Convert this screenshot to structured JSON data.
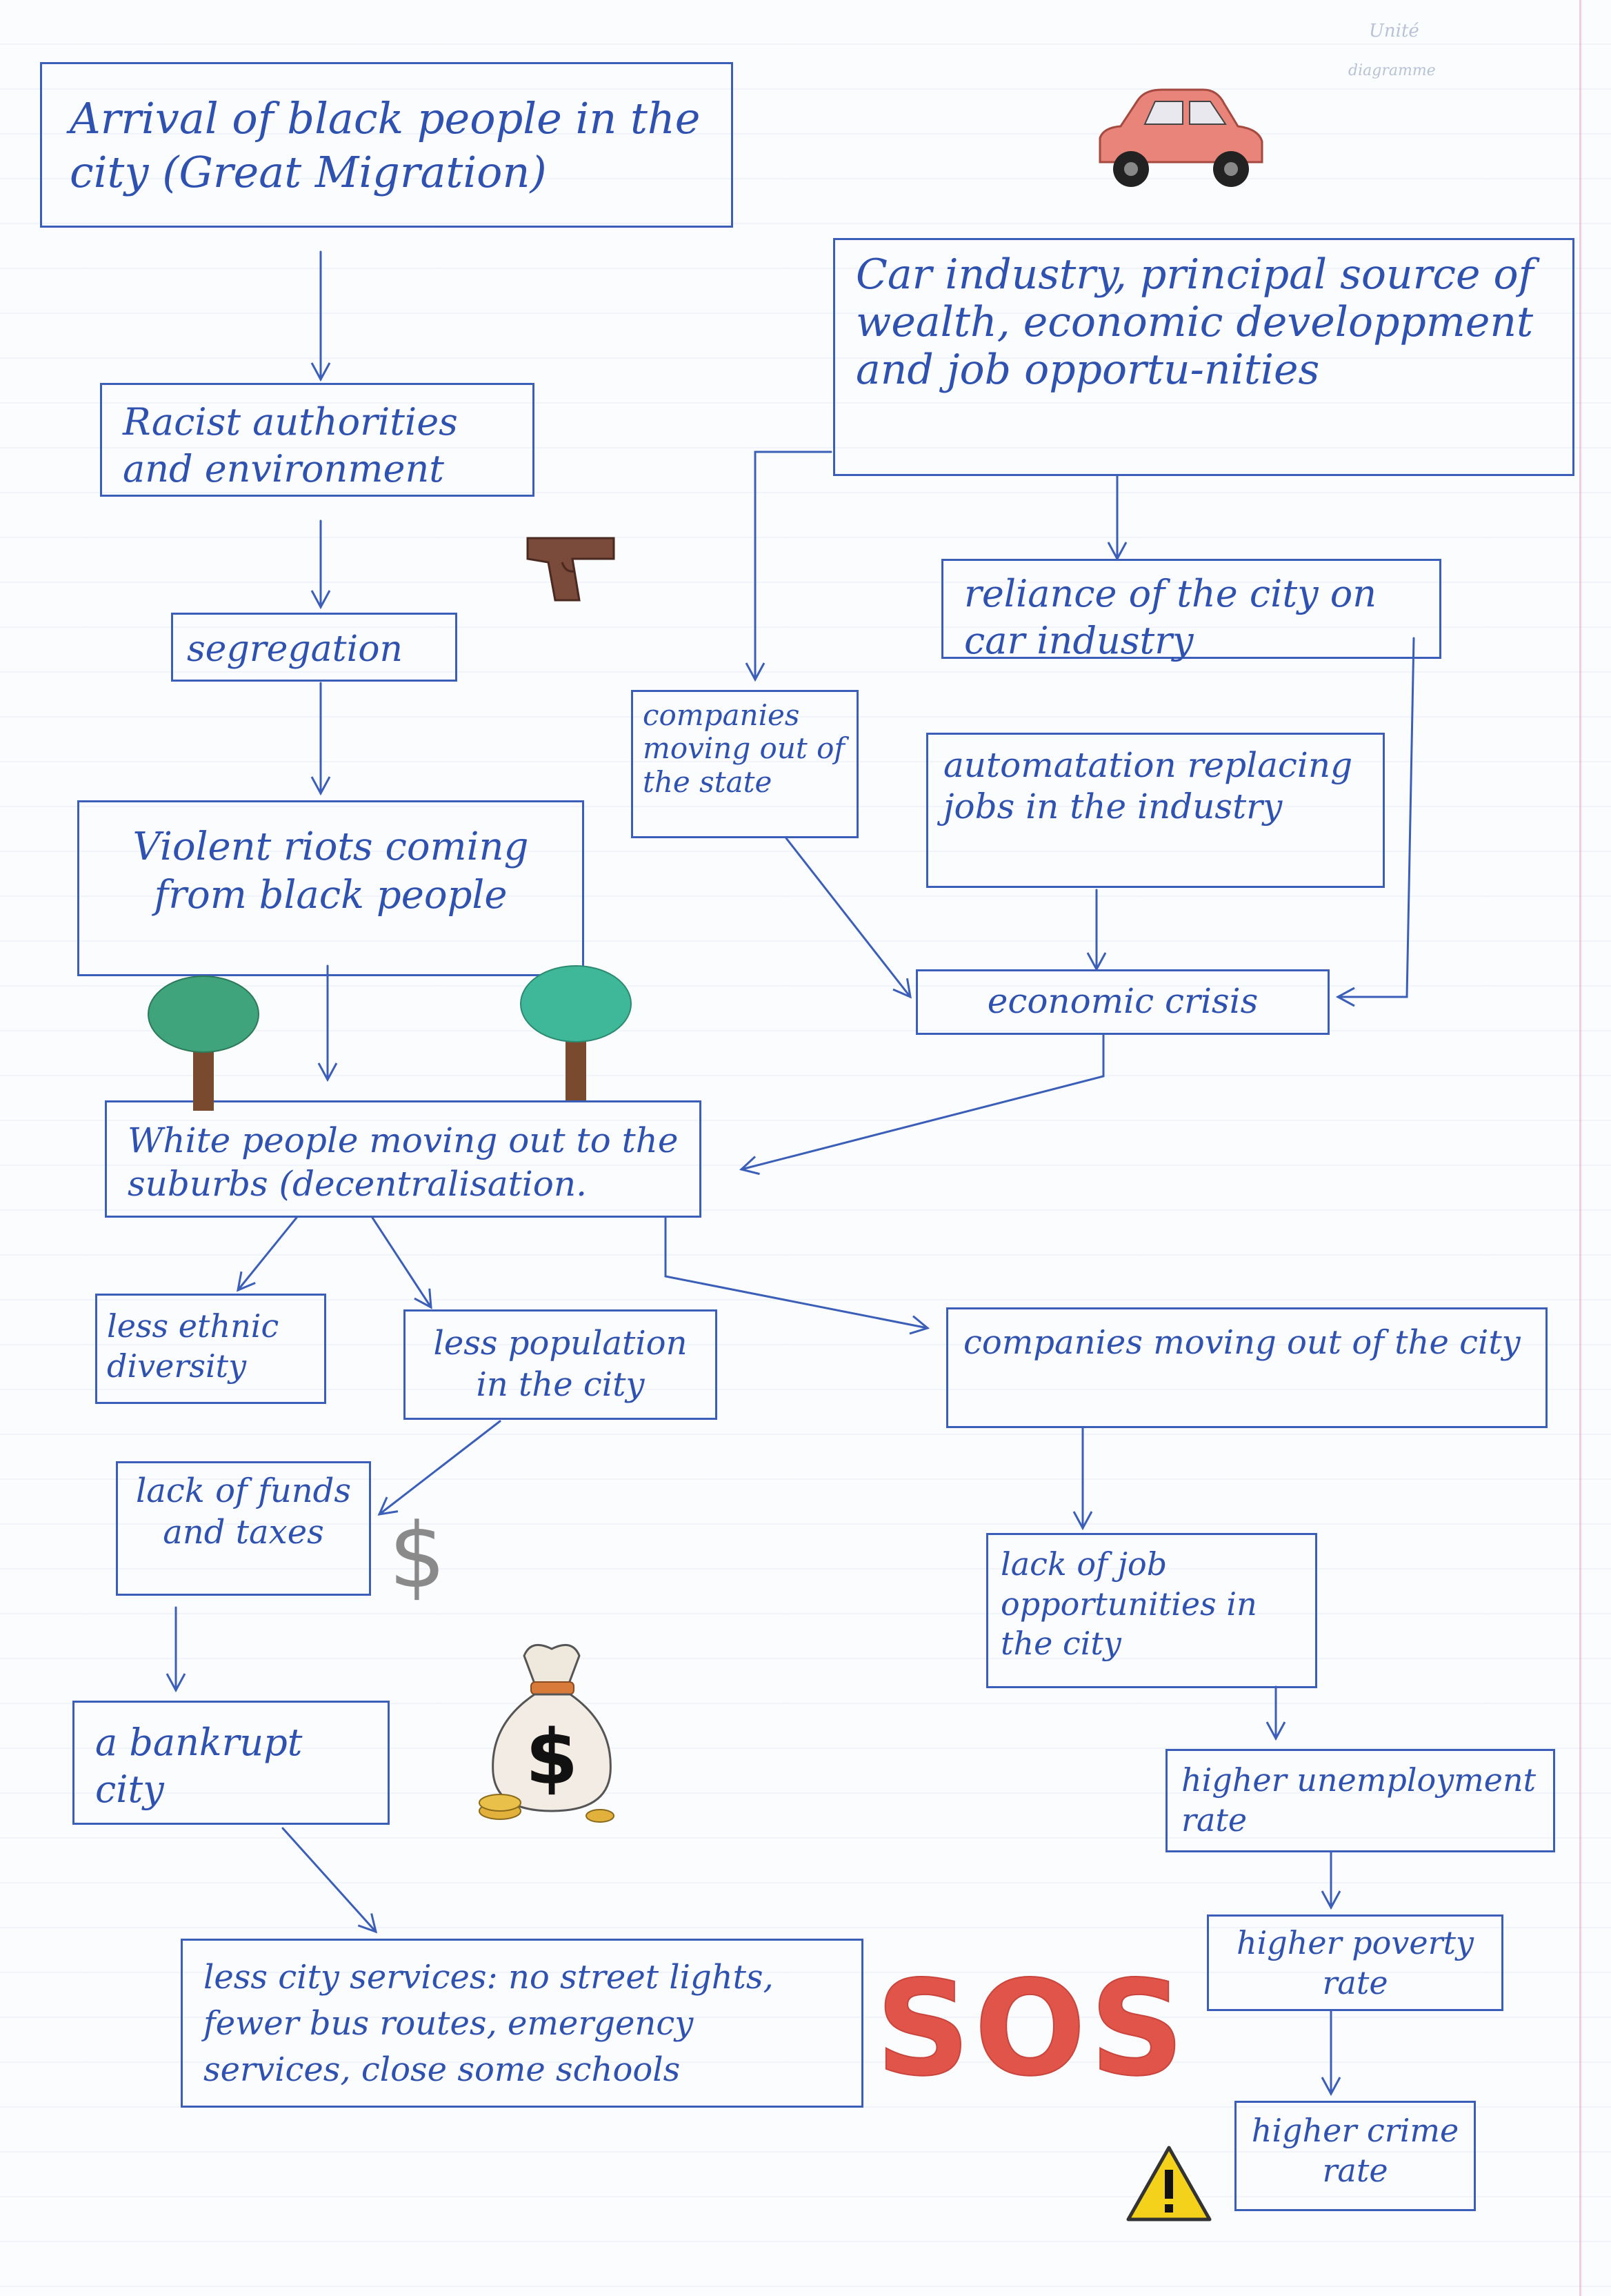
{
  "corner_note": {
    "line1": "Unité",
    "line2": "diagramme"
  },
  "boxes": {
    "great_migration": "Arrival of black people in the city (Great Migration)",
    "racist_authorities": "Racist authorities and environment",
    "segregation": "segregation",
    "violent_riots": "Violent riots coming from black people",
    "white_flight": "White people moving out to the suburbs (decentralisation.",
    "less_ethnic": "less ethnic diversity",
    "less_population": "less population in the city",
    "lack_funds": "lack of funds and taxes",
    "bankrupt": "a bankrupt city",
    "less_services": "less city services: no street lights, fewer bus routes, emergency services, close some schools",
    "car_industry": "Car industry, principal source of wealth, economic developpment and job opportu-nities",
    "reliance": "reliance of the city on car industry",
    "companies_state": "companies moving out of the state",
    "automation": "automatation replacing jobs in the industry",
    "economic_crisis": "economic crisis",
    "companies_city": "companies moving out of the city",
    "lack_jobs": "lack of job opportunities in the city",
    "unemployment": "higher unemployment rate",
    "poverty": "higher poverty rate",
    "crime": "higher crime rate"
  },
  "sos_text": "SOS",
  "icons": {
    "car": "car-icon",
    "gun": "gun-icon",
    "tree_left": "tree-icon",
    "tree_right": "tree-icon",
    "dollar": "dollar-icon",
    "money_bag": "money-bag-icon",
    "warning": "warning-icon"
  },
  "colors": {
    "ink": "#2f52b0",
    "car": "#e8847a",
    "sos": "#e0544a",
    "tree_foliage": "#3fa37c",
    "tree_trunk": "#7a4a2e",
    "warning": "#f4d21c"
  }
}
